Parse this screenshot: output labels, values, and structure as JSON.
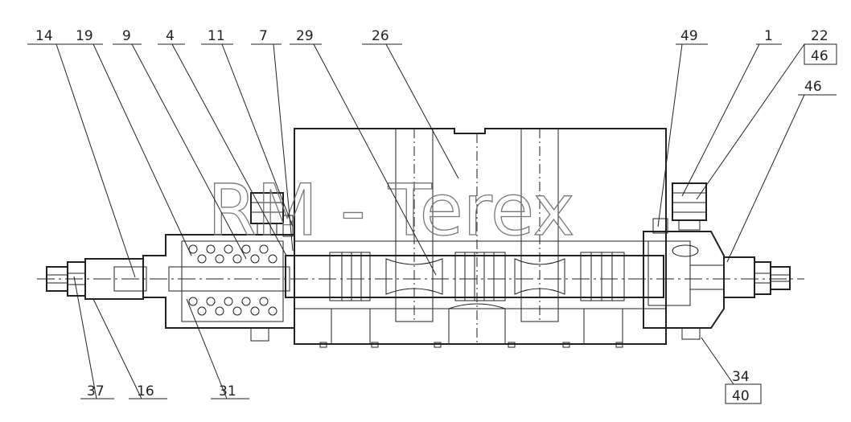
{
  "watermark": "RM - Terex",
  "callouts_top": [
    "14",
    "19",
    "9",
    "4",
    "11",
    "7",
    "29",
    "26",
    "49",
    "1",
    "22",
    "46"
  ],
  "callouts_side": [
    "46"
  ],
  "callouts_bottom": [
    "37",
    "16",
    "31",
    "34",
    "40"
  ]
}
